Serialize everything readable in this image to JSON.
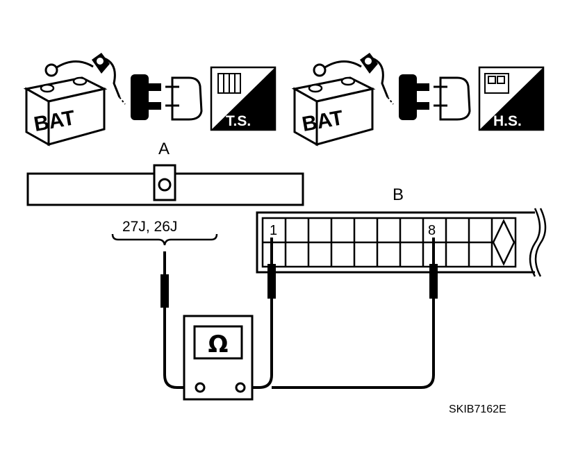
{
  "precautions": {
    "left": {
      "battery_label": "BAT",
      "badge_label": "T.S."
    },
    "right": {
      "battery_label": "BAT",
      "badge_label": "H.S."
    }
  },
  "connector_a": {
    "label": "A",
    "terminals": "27J, 26J"
  },
  "connector_b": {
    "label": "B",
    "pin_left": "1",
    "pin_right": "8"
  },
  "meter": {
    "symbol": "Ω"
  },
  "figure_code": "SKIB7162E"
}
